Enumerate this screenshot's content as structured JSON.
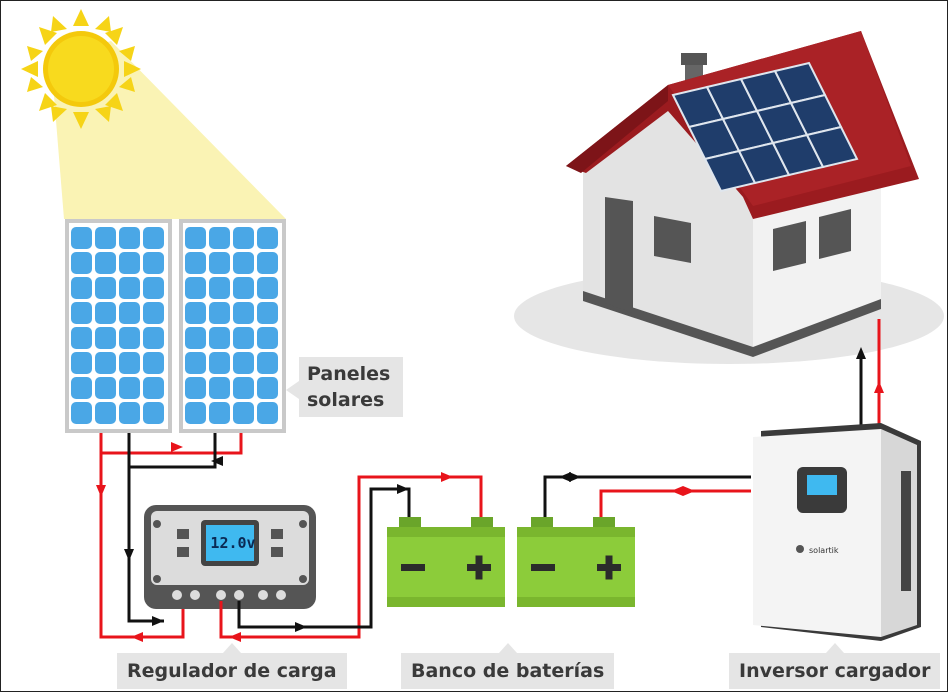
{
  "labels": {
    "panels_line1": "Paneles",
    "panels_line2": "solares",
    "regulator": "Regulador de carga",
    "battery_bank": "Banco de baterías",
    "inverter": "Inversor cargador"
  },
  "regulator_display": "12.0v",
  "inverter_brand": "solartik",
  "colors": {
    "positive_wire": "#e8141b",
    "negative_wire": "#111111",
    "battery": "#8ccc3a",
    "panel_cell": "#4aa7e6",
    "roof": "#9b1b1f",
    "sun": "#f6d417",
    "label_bg": "#e5e5e5"
  }
}
